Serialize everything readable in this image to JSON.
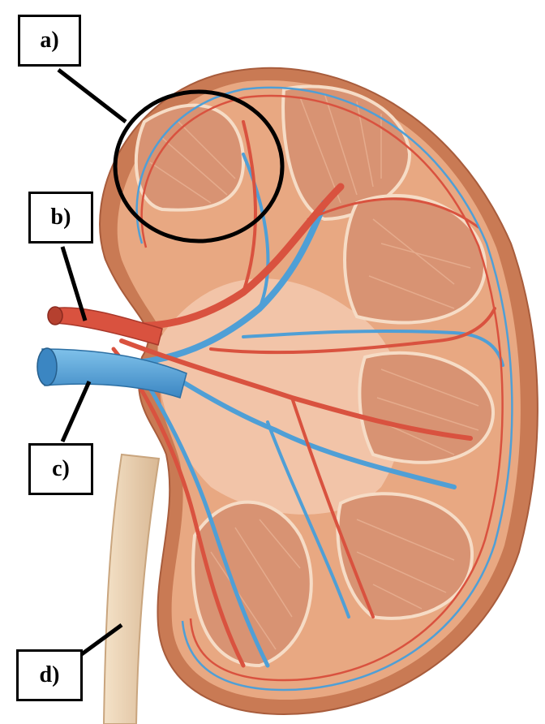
{
  "labels": {
    "a": "a)",
    "b": "b)",
    "c": "c)",
    "d": "d)"
  },
  "colors": {
    "capsule": "#c97a54",
    "cortex": "#e8a882",
    "medulla_pyramid": "#d89373",
    "sinus": "#f2c4a8",
    "artery": "#d9523f",
    "vein": "#4f9fd6",
    "ureter": "#ecd2b0",
    "outline": "#000000"
  },
  "icons": {
    "highlight": "circle-highlight",
    "leaders": "leader-line"
  }
}
